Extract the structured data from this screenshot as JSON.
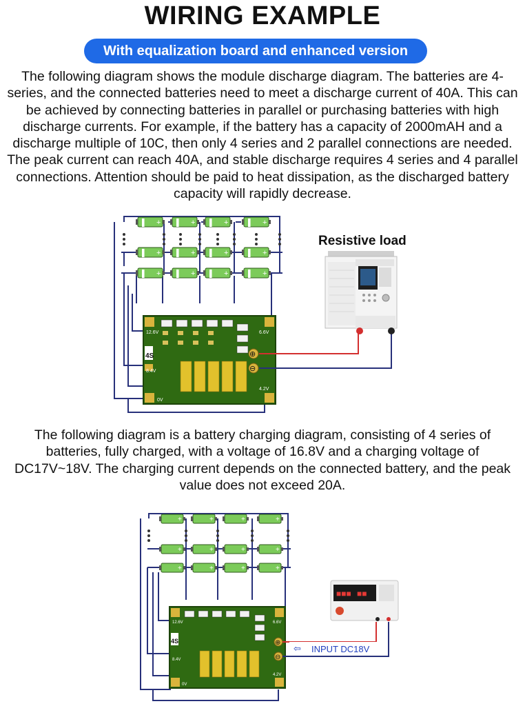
{
  "header": {
    "title": "WIRING EXAMPLE",
    "subtitle": "With equalization board and enhanced version"
  },
  "discharge": {
    "description": "The following diagram shows the module discharge diagram. The batteries are 4-series, and the connected batteries need to meet a discharge current of 40A. This can be achieved by connecting batteries in parallel or purchasing batteries with high discharge currents. For example, if the battery has a capacity of 2000mAH and a discharge multiple of 10C, then only 4 series and 2 parallel connections are needed. The peak current can reach 40A, and stable discharge requires 4 series and 4 parallel connections. Attention should be paid to heat dissipation, as the discharged battery capacity will rapidly decrease.",
    "load_label": "Resistive load"
  },
  "charge": {
    "description": "The following diagram is a battery charging diagram, consisting of 4 series of batteries, fully charged, with a voltage of 16.8V and a charging voltage of DC17V~18V. The charging current depends on the connected battery, and the peak value does not exceed 20A.",
    "input_label": "INPUT DC18V"
  },
  "board": {
    "series_mark": "4S",
    "pad_labels": [
      "12.6V",
      "8.4V",
      "0V",
      "6.6V",
      "4.2V"
    ],
    "terminal_plus": "⊕",
    "terminal_minus": "⊖"
  },
  "colors": {
    "accent": "#1f6ae6",
    "wire_blue": "#27307a",
    "wire_red": "#d32f2f",
    "battery_green": "#7ccb5a",
    "pcb_green": "#2f6a12",
    "pad_gold": "#d9b43c"
  }
}
